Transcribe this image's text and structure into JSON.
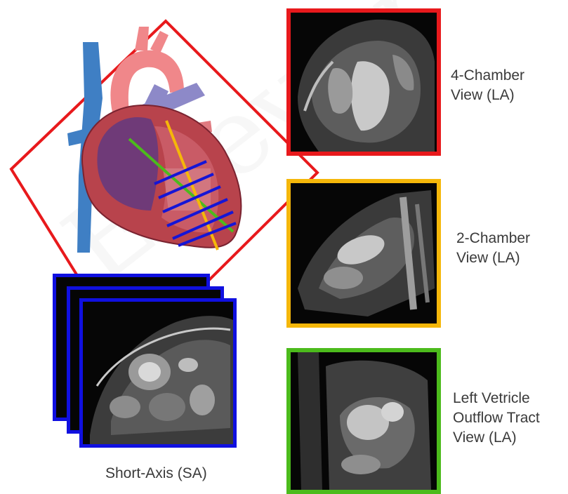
{
  "labels": {
    "four_chamber": [
      "4-Chamber",
      "View (LA)"
    ],
    "two_chamber": [
      "2-Chamber",
      "View (LA)"
    ],
    "lvot": [
      "Left Vetricle",
      "Outflow Tract",
      "View (LA)"
    ],
    "short_axis": "Short-Axis (SA)"
  },
  "colors": {
    "four_chamber_frame": "#e8191c",
    "two_chamber_frame": "#f5b70a",
    "lvot_frame": "#4cbb1c",
    "short_axis_frame": "#1010e0",
    "sa_slice_lines": "#1515d6",
    "lvot_plane_line": "#4cbb1c",
    "two_chamber_plane_line": "#f5b70a"
  },
  "icons": {
    "heart": "heart-anatomy-illustration",
    "mri": "cardiac-mri-slice"
  }
}
